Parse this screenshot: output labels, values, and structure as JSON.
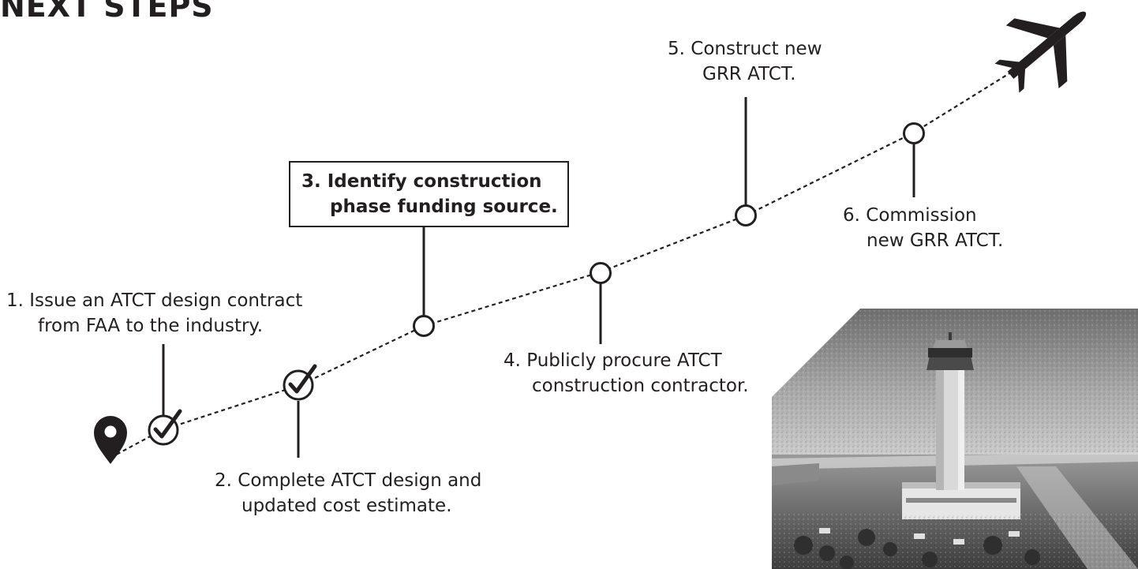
{
  "title": "NEXT STEPS",
  "steps": [
    {
      "lines": [
        "1. Issue an ATCT design contract",
        "from FAA to the industry."
      ],
      "status": "complete"
    },
    {
      "lines": [
        "2. Complete ATCT design and",
        "updated cost estimate."
      ],
      "status": "complete"
    },
    {
      "lines": [
        "3. Identify construction",
        "phase funding source."
      ],
      "status": "current"
    },
    {
      "lines": [
        "4. Publicly procure ATCT",
        "construction contractor."
      ],
      "status": "pending"
    },
    {
      "lines": [
        "5. Construct new",
        "GRR ATCT."
      ],
      "status": "pending"
    },
    {
      "lines": [
        "6. Commission",
        "new GRR ATCT."
      ],
      "status": "pending"
    }
  ],
  "icons": {
    "start": "location-pin-icon",
    "end": "airplane-icon",
    "complete": "checkmark-circle-icon",
    "pending": "milestone-circle-icon"
  },
  "photo": "control-tower-photo"
}
